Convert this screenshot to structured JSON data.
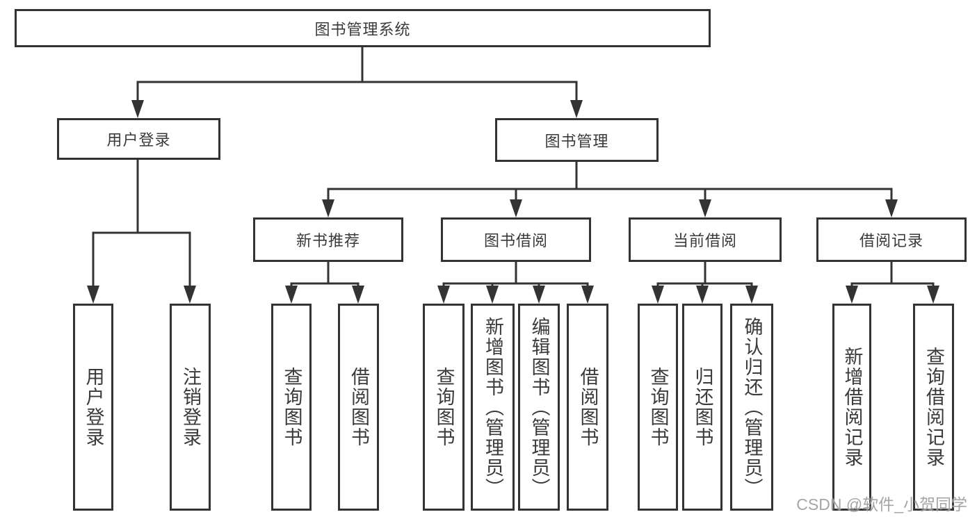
{
  "diagram": {
    "root": {
      "label": "图书管理系统"
    },
    "user_login": {
      "label": "用户登录",
      "children": [
        "用户登录",
        "注销登录"
      ]
    },
    "book_management": {
      "label": "图书管理"
    },
    "new_book_recommend": {
      "label": "新书推荐",
      "children": [
        "查询图书",
        "借阅图书"
      ]
    },
    "book_borrow": {
      "label": "图书借阅",
      "children": [
        "查询图书",
        "新增图书（管理员）",
        "编辑图书（管理员）",
        "借阅图书"
      ]
    },
    "current_borrow": {
      "label": "当前借阅",
      "children": [
        "查询图书",
        "归还图书",
        "确认归还（管理员）"
      ]
    },
    "borrow_records": {
      "label": "借阅记录",
      "children": [
        "新增借阅记录",
        "查询借阅记录"
      ]
    }
  },
  "watermark": {
    "text": "CSDN @软件_小贺同学"
  },
  "colors": {
    "line": "#333333",
    "text": "#3a3a3a",
    "watermark": "#9e9e9e",
    "background": "#ffffff"
  }
}
